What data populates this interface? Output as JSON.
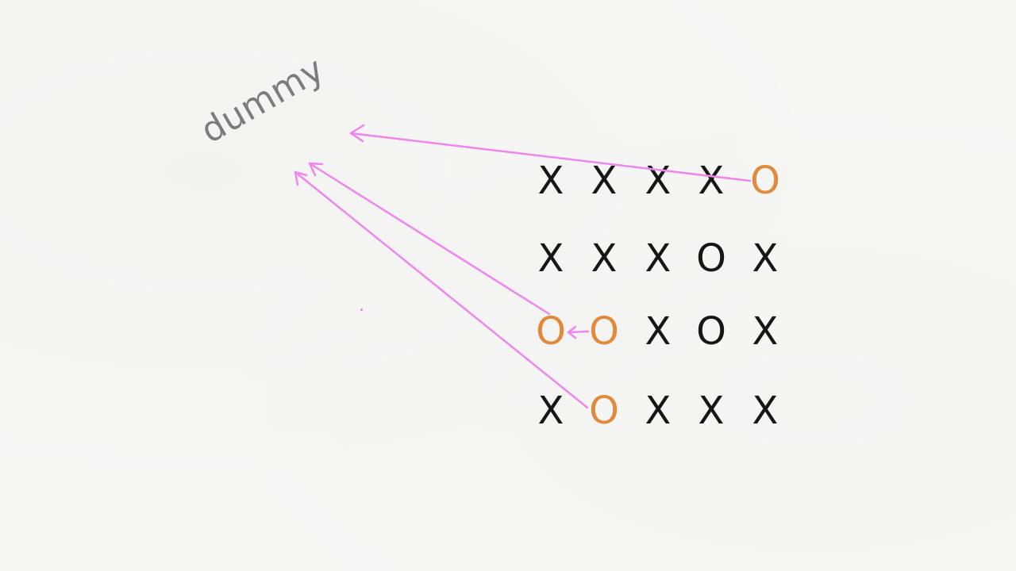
{
  "dummy_label": "dummy",
  "grid": [
    [
      "X",
      "X",
      "X",
      "X",
      "O"
    ],
    [
      "X",
      "X",
      "X",
      "O",
      "X"
    ],
    [
      "O",
      "O",
      "X",
      "O",
      "X"
    ],
    [
      "X",
      "O",
      "X",
      "X",
      "X"
    ]
  ],
  "highlighted_cells": [
    {
      "row": 0,
      "col": 4
    },
    {
      "row": 2,
      "col": 0
    },
    {
      "row": 2,
      "col": 1
    },
    {
      "row": 3,
      "col": 1
    }
  ],
  "colors": {
    "default_mark": "#161616",
    "highlight_mark": "#e28a3c",
    "arrow": "#ee86ee",
    "label": "#7c7c80",
    "background": "#f7f7f6"
  }
}
